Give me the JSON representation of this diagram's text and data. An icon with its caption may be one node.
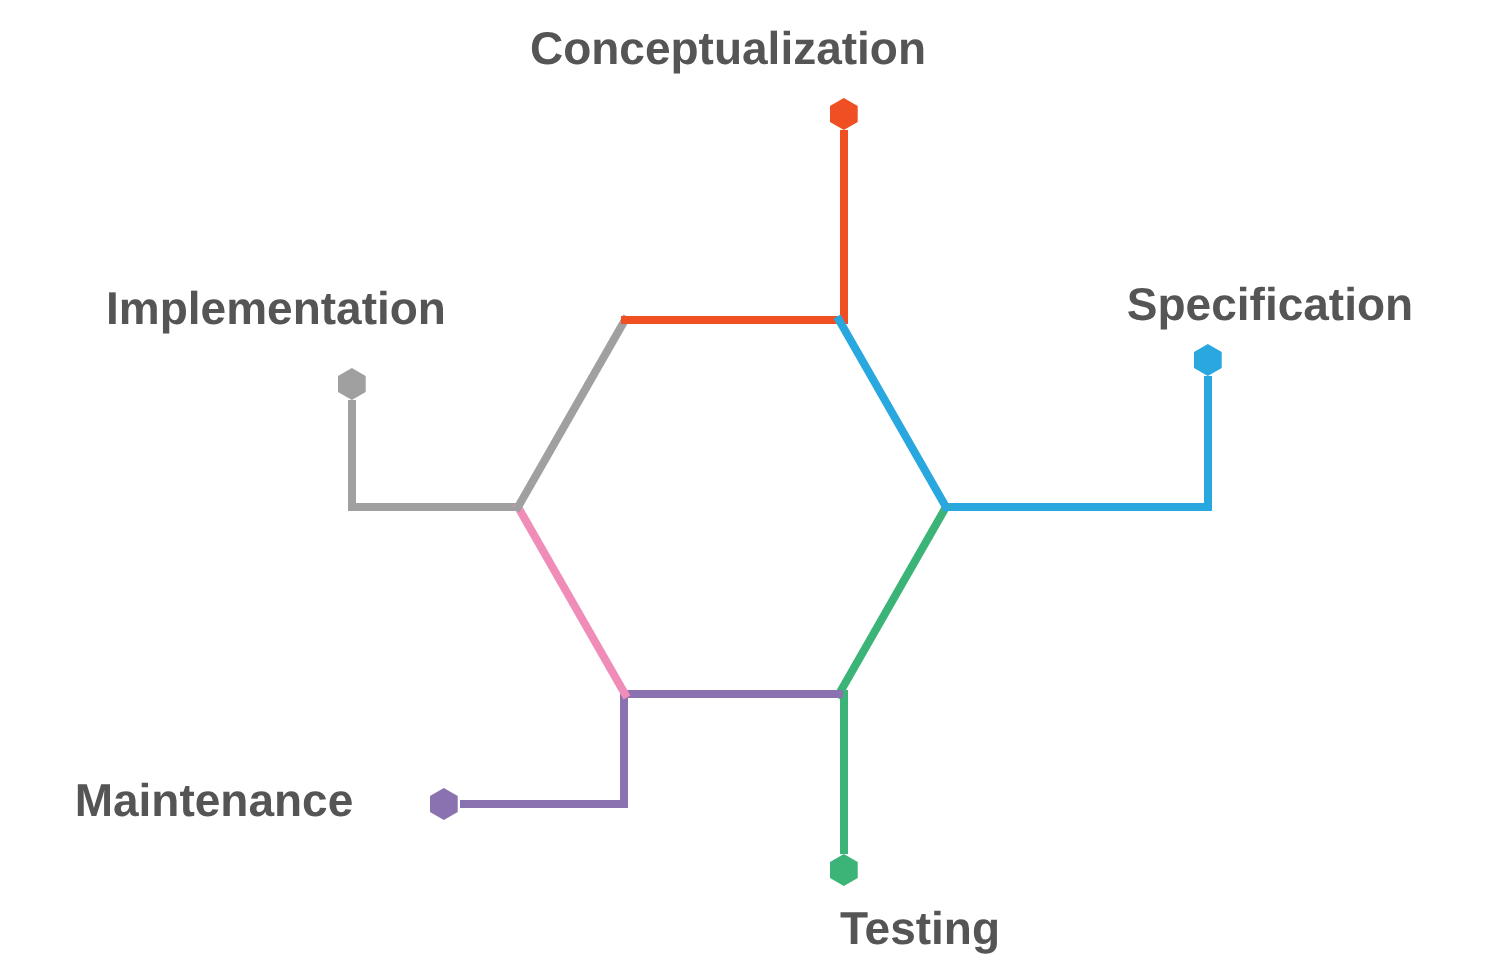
{
  "diagram": {
    "nodes": [
      {
        "text": [],
        "shape": "hexagon",
        "beside": [
          "Conceptualization"
        ]
      },
      {
        "text": [],
        "shape": "hexagon",
        "beside": [
          "Specification"
        ]
      },
      {
        "text": [],
        "shape": "hexagon",
        "beside": [
          "Testing"
        ]
      },
      {
        "text": [],
        "shape": "hexagon",
        "beside": [
          "Maintenance"
        ]
      },
      {
        "text": [],
        "shape": "hexagon",
        "beside": [
          "Implementation"
        ]
      },
      {
        "text": [],
        "shape": "hexagon"
      }
    ],
    "edges": [
      {
        "from": 0,
        "to": 5,
        "arrow": "none",
        "color": "#f04e23"
      },
      {
        "from": 1,
        "to": 5,
        "arrow": "none",
        "color": "#29a8e0"
      },
      {
        "from": 2,
        "to": 5,
        "arrow": "none",
        "color": "#3cb478"
      },
      {
        "from": 3,
        "to": 5,
        "arrow": "none",
        "color": "#8a72b0"
      },
      {
        "from": 4,
        "to": 5,
        "arrow": "none",
        "color": "#a0a0a0"
      }
    ]
  }
}
